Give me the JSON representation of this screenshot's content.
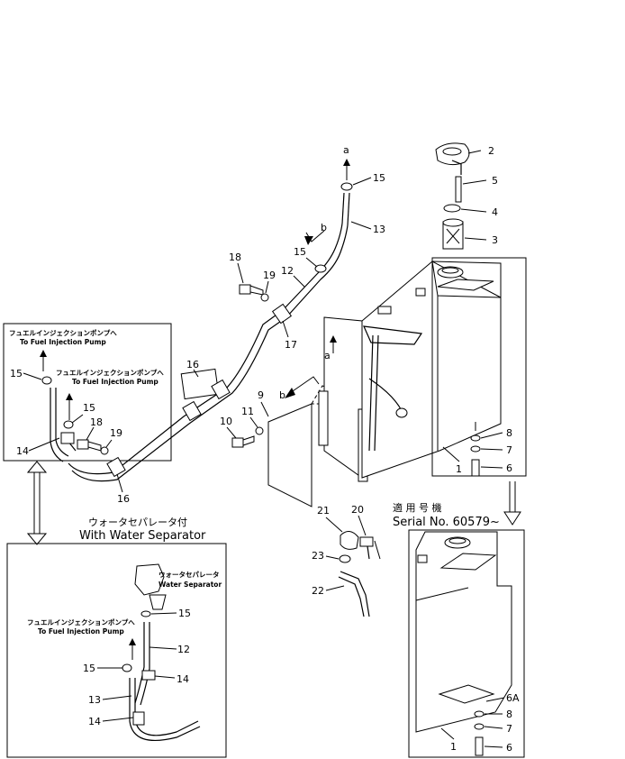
{
  "arrow_marks": {
    "a": "a",
    "b": "b"
  },
  "part_labels": {
    "p1": "1",
    "p2": "2",
    "p3": "3",
    "p4": "4",
    "p5": "5",
    "p6": "6",
    "p6a": "6A",
    "p7": "7",
    "p8": "8",
    "p9": "9",
    "p10": "10",
    "p11": "11",
    "p12": "12",
    "p13": "13",
    "p14": "14",
    "p15": "15",
    "p16": "16",
    "p17": "17",
    "p18": "18",
    "p19": "19",
    "p20": "20",
    "p21": "21",
    "p22": "22",
    "p23": "23"
  },
  "inset_top": {
    "to_pump_jp": "フュエルインジェクションポンプへ",
    "to_pump_en": "To Fuel Injection Pump"
  },
  "water_separator_inset": {
    "title_jp": "ウォータセパレータ付",
    "title_en": "With Water Separator",
    "separator_jp": "ウォータセパレータ",
    "separator_en": "Water Separator",
    "to_pump_jp": "フュエルインジェクションポンプへ",
    "to_pump_en": "To Fuel Injection Pump"
  },
  "serial_note": {
    "jp": "適 用 号 機",
    "en": "Serial No. 60579~"
  }
}
